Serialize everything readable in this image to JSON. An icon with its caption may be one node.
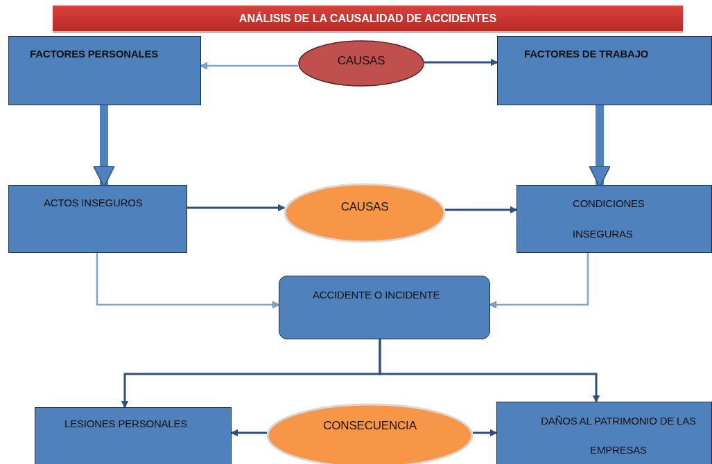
{
  "diagram": {
    "title": "ANÁLISIS DE LA CAUSALIDAD DE ACCIDENTES",
    "nodes": [
      {
        "text": [
          "FACTORES PERSONALES"
        ]
      },
      {
        "text": [
          "CAUSAS"
        ]
      },
      {
        "text": [
          "FACTORES DE TRABAJO"
        ]
      },
      {
        "text": [
          "ACTOS INSEGUROS"
        ]
      },
      {
        "text": [
          "CAUSAS"
        ]
      },
      {
        "text": [
          "CONDICIONES INSEGURAS"
        ]
      },
      {
        "text": [
          "ACCIDENTE O INCIDENTE"
        ]
      },
      {
        "text": [
          "LESIONES PERSONALES"
        ]
      },
      {
        "text": [
          "CONSECUENCIA"
        ]
      },
      {
        "text": [
          "DAÑOS AL PATRIMONIO DE LAS EMPRESAS"
        ]
      }
    ],
    "edges": [
      {
        "from": 1,
        "to": 0,
        "arrow": "to",
        "color": "#7ea3d1"
      },
      {
        "from": 1,
        "to": 2,
        "arrow": "to"
      },
      {
        "from": 0,
        "to": 3,
        "arrow": "to",
        "style": "thick",
        "color": "#4f81bd"
      },
      {
        "from": 2,
        "to": 5,
        "arrow": "to",
        "style": "thick",
        "color": "#4f81bd"
      },
      {
        "from": 3,
        "to": 4,
        "arrow": "to"
      },
      {
        "from": 4,
        "to": 5,
        "arrow": "to"
      },
      {
        "from": 3,
        "to": 6,
        "arrow": "to",
        "color": "#7ea3d1"
      },
      {
        "from": 5,
        "to": 6,
        "arrow": "to",
        "color": "#7ea3d1"
      },
      {
        "from": 6,
        "to": 7,
        "arrow": "to"
      },
      {
        "from": 6,
        "to": 9,
        "arrow": "to"
      },
      {
        "from": 8,
        "to": 7,
        "arrow": "to"
      },
      {
        "from": 8,
        "to": 9,
        "arrow": "to"
      }
    ]
  }
}
